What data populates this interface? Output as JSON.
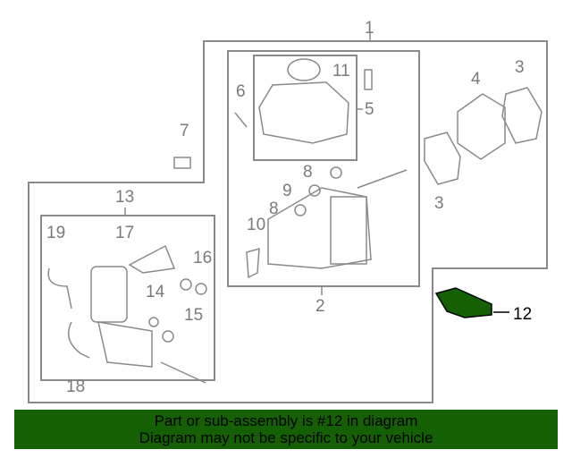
{
  "diagram": {
    "callouts": [
      "1",
      "2",
      "3",
      "3",
      "4",
      "5",
      "6",
      "7",
      "8",
      "8",
      "9",
      "10",
      "11",
      "12",
      "13",
      "14",
      "15",
      "16",
      "17",
      "18",
      "19"
    ],
    "highlighted_part": "12",
    "highlight_color": "#156005"
  },
  "banner": {
    "line1": "Part or sub-assembly is #12 in diagram",
    "line2": "Diagram may not be specific to your vehicle",
    "background": "#156005"
  }
}
